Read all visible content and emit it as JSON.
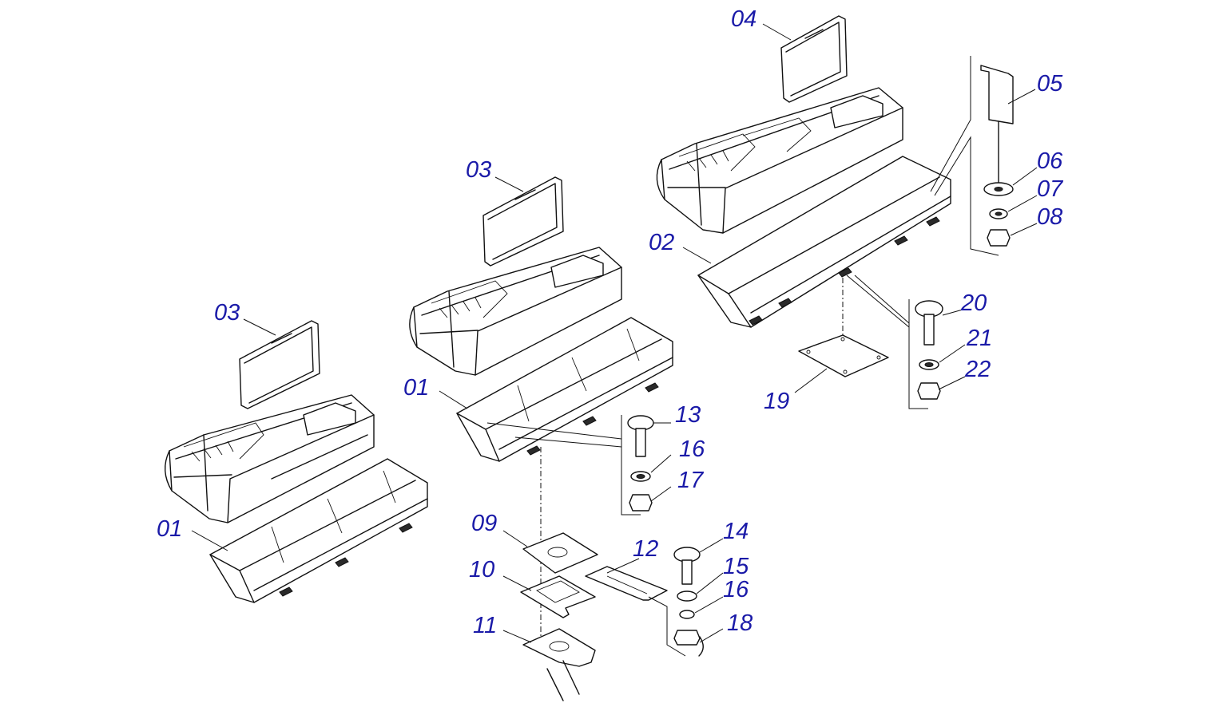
{
  "callouts": [
    {
      "id": "c01a",
      "label": "01"
    },
    {
      "id": "c03a",
      "label": "03"
    },
    {
      "id": "c01b",
      "label": "01"
    },
    {
      "id": "c03b",
      "label": "03"
    },
    {
      "id": "c04",
      "label": "04"
    },
    {
      "id": "c02",
      "label": "02"
    },
    {
      "id": "c05",
      "label": "05"
    },
    {
      "id": "c06",
      "label": "06"
    },
    {
      "id": "c07",
      "label": "07"
    },
    {
      "id": "c08",
      "label": "08"
    },
    {
      "id": "c09",
      "label": "09"
    },
    {
      "id": "c10",
      "label": "10"
    },
    {
      "id": "c11",
      "label": "11"
    },
    {
      "id": "c12",
      "label": "12"
    },
    {
      "id": "c13",
      "label": "13"
    },
    {
      "id": "c14",
      "label": "14"
    },
    {
      "id": "c15",
      "label": "15"
    },
    {
      "id": "c16a",
      "label": "16"
    },
    {
      "id": "c16b",
      "label": "16"
    },
    {
      "id": "c17",
      "label": "17"
    },
    {
      "id": "c18",
      "label": "18"
    },
    {
      "id": "c19",
      "label": "19"
    },
    {
      "id": "c20",
      "label": "20"
    },
    {
      "id": "c21",
      "label": "21"
    },
    {
      "id": "c22",
      "label": "22"
    }
  ],
  "style": {
    "callout_color": "#1a1aa8",
    "line_color": "#111111",
    "background": "#ffffff"
  }
}
